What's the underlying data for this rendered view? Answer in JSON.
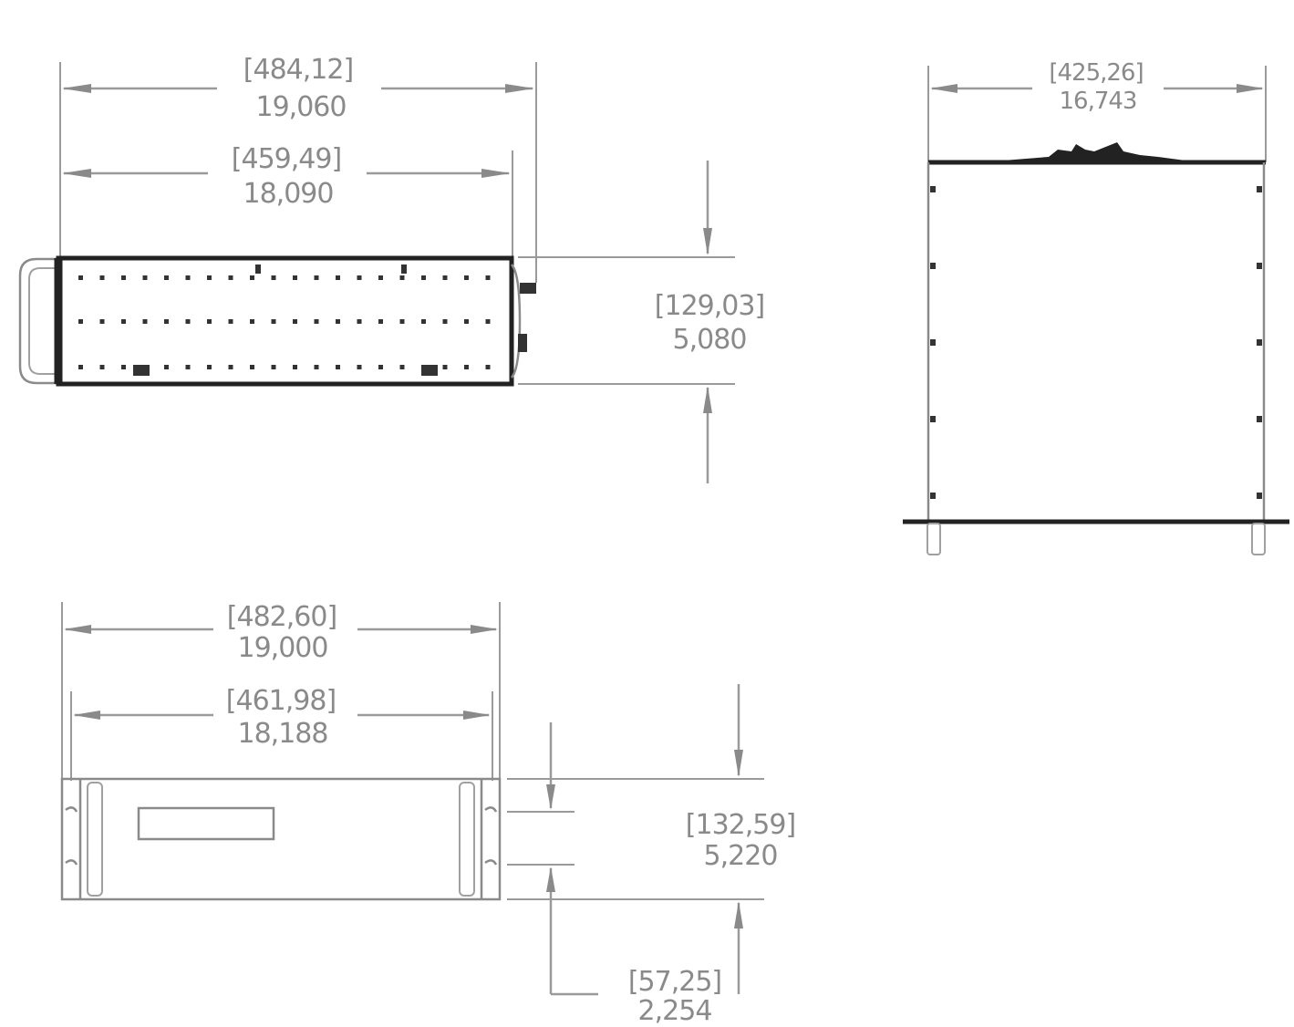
{
  "top_view": {
    "dim_overall": {
      "metric": "[484,12]",
      "imperial": "19,060"
    },
    "dim_inner": {
      "metric": "[459,49]",
      "imperial": "18,090"
    },
    "dim_height": {
      "metric": "[129,03]",
      "imperial": "5,080"
    }
  },
  "side_view": {
    "dim_width": {
      "metric": "[425,26]",
      "imperial": "16,743"
    }
  },
  "front_view": {
    "dim_overall": {
      "metric": "[482,60]",
      "imperial": "19,000"
    },
    "dim_inner": {
      "metric": "[461,98]",
      "imperial": "18,188"
    },
    "dim_height": {
      "metric": "[132,59]",
      "imperial": "5,220"
    },
    "dim_hole_spacing": {
      "metric": "[57,25]",
      "imperial": "2,254"
    }
  },
  "colors": {
    "dimension_line": "#9a9a9a",
    "dimension_text": "#8a8a8a",
    "outline_heavy": "#222222"
  }
}
